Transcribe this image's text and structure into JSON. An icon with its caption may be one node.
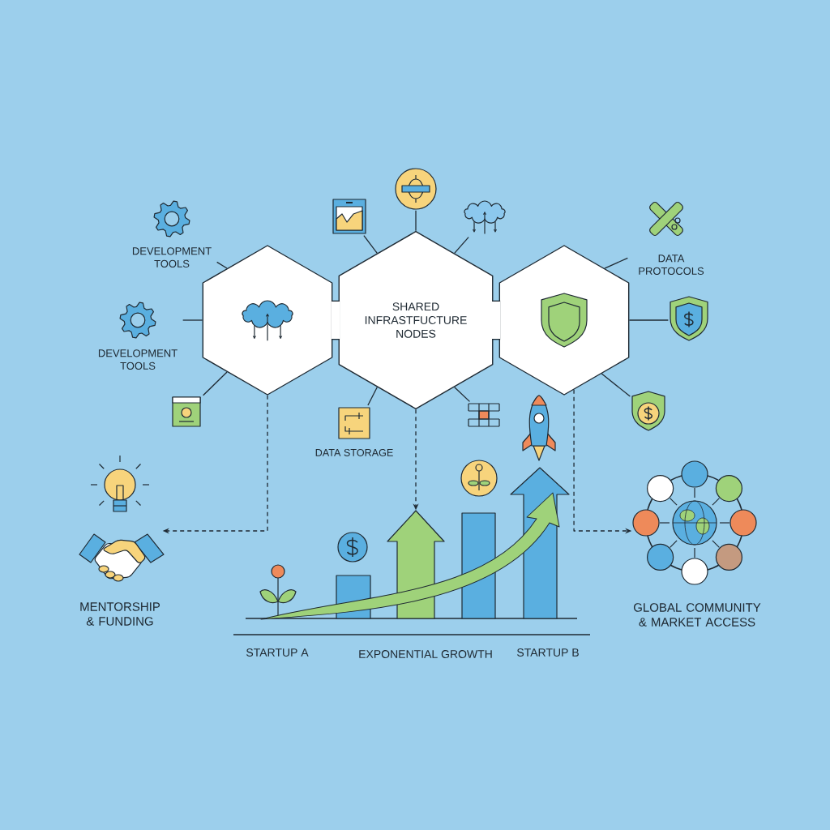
{
  "diagram": {
    "nodes": [
      {
        "text": [],
        "shape": "hexagon"
      },
      {
        "text": [
          "SHARED INFRASTFUCTURE NODES"
        ]
      },
      {
        "text": [],
        "shape": "hexagon"
      },
      {
        "text": [
          "DEVELOPMENT TOOLS"
        ]
      },
      {
        "text": [
          "DEVELOPMENT TOOLS"
        ]
      },
      {
        "text": [],
        "shape": "picture"
      },
      {
        "text": [],
        "shape": "picture"
      },
      {
        "text": [],
        "shape": "circle"
      },
      {
        "text": [],
        "shape": "picture"
      },
      {
        "text": [
          "DATA STORAGE"
        ]
      },
      {
        "text": [],
        "shape": "picture"
      },
      {
        "text": [
          "DATA PROTOCOLS"
        ]
      },
      {
        "text": [],
        "shape": "picture"
      },
      {
        "text": [],
        "shape": "picture"
      },
      {
        "text": [
          "MENTORSHIP & FUNDING"
        ]
      },
      {
        "text": [],
        "shape": "arrow"
      },
      {
        "text": [
          "GLOBAL COMMUNITY & MARKET ACCESS"
        ]
      }
    ],
    "edges": [
      {
        "from": 0,
        "to": 1,
        "arrow": "none",
        "style": "thick"
      },
      {
        "from": 1,
        "to": 2,
        "arrow": "none",
        "style": "thick"
      },
      {
        "from": 0,
        "to": 3,
        "arrow": "none"
      },
      {
        "from": 0,
        "to": 4,
        "arrow": "none"
      },
      {
        "from": 0,
        "to": 5,
        "arrow": "none"
      },
      {
        "from": 1,
        "to": 6,
        "arrow": "none"
      },
      {
        "from": 1,
        "to": 7,
        "arrow": "none"
      },
      {
        "from": 1,
        "to": 8,
        "arrow": "none"
      },
      {
        "from": 1,
        "to": 9,
        "arrow": "none"
      },
      {
        "from": 1,
        "to": 10,
        "arrow": "none"
      },
      {
        "from": 2,
        "to": 11,
        "arrow": "none"
      },
      {
        "from": 2,
        "to": 12,
        "arrow": "none"
      },
      {
        "from": 2,
        "to": 13,
        "arrow": "none"
      },
      {
        "from": 0,
        "to": 14,
        "arrow": "to",
        "style": "dashed"
      },
      {
        "from": 1,
        "to": 15,
        "arrow": "to",
        "style": "dashed"
      },
      {
        "from": 2,
        "to": 16,
        "arrow": "to",
        "style": "dashed"
      }
    ],
    "labels": [
      "STARTUP A",
      "EXPONENTIAL GROWTH",
      "STARTUP B"
    ]
  }
}
